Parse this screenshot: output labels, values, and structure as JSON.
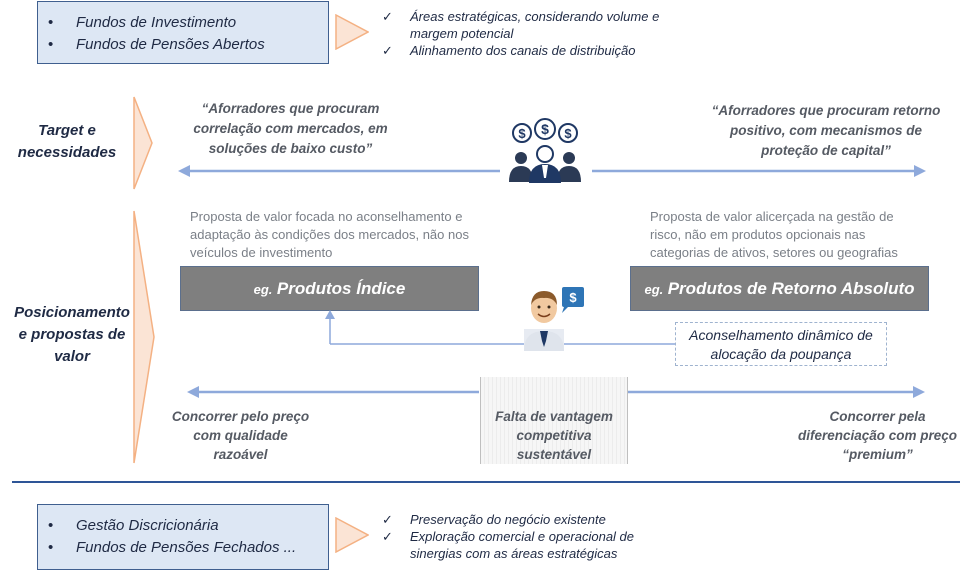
{
  "top": {
    "bullets": [
      "Fundos de Investimento",
      "Fundos de Pensões Abertos"
    ],
    "checks": [
      "Áreas estratégicas, considerando volume e margem potencial",
      "Alinhamento dos canais de distribuição"
    ]
  },
  "target": {
    "label": "Target e necessidades",
    "left_quote": "“Aforradores que procuram correlação com mercados, em soluções de baixo custo”",
    "right_quote": "“Aforradores que procuram retorno positivo, com mecanismos de proteção de capital”"
  },
  "positioning": {
    "label": "Posicionamento e propostas de valor",
    "left_note": "Proposta de valor focada no aconselhamento e adaptação às condições dos mercados, não nos veículos de investimento",
    "right_note": "Proposta de valor alicerçada na gestão de risco, não em produtos opcionais nas categorias de ativos, setores ou geografias",
    "left_box_prefix": "eg.",
    "left_box_main": "Produtos Índice",
    "right_box_prefix": "eg.",
    "right_box_main": "Produtos de Retorno Absoluto",
    "advice": "Aconselhamento dinâmico de alocação da poupança",
    "bottom_left": "Concorrer pelo preço com qualidade razoável",
    "bottom_center": "Falta de vantagem competitiva sustentável",
    "bottom_right": "Concorrer pela diferenciação com preço “premium”"
  },
  "bottom": {
    "bullets": [
      "Gestão Discricionária",
      "Fundos de Pensões Fechados ..."
    ],
    "checks": [
      "Preservação do negócio existente",
      "Exploração comercial e operacional de sinergias com as áreas estratégicas"
    ]
  },
  "icons": {
    "dollar_symbol": "$",
    "colors": {
      "accent": "#1f3864",
      "arrow": "#8ea9db",
      "chevron_fill": "#fbe4d5",
      "chevron_stroke": "#f4b183"
    }
  }
}
